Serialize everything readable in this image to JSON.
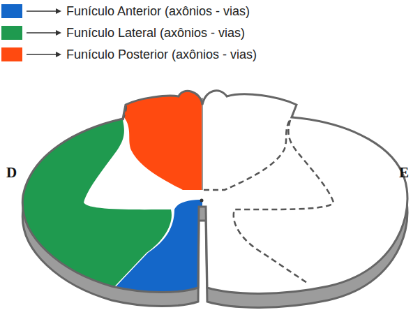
{
  "diagram": {
    "labels": [
      "D",
      "E"
    ],
    "legend": [
      {
        "text": "Funículo Anterior (axônios - vias)",
        "color": "#1467c9"
      },
      {
        "text": "Funículo Lateral (axônios - vias)",
        "color": "#1f9a4f"
      },
      {
        "text": "Funículo Posterior (axônios - vias)",
        "color": "#ff4a10"
      }
    ]
  }
}
